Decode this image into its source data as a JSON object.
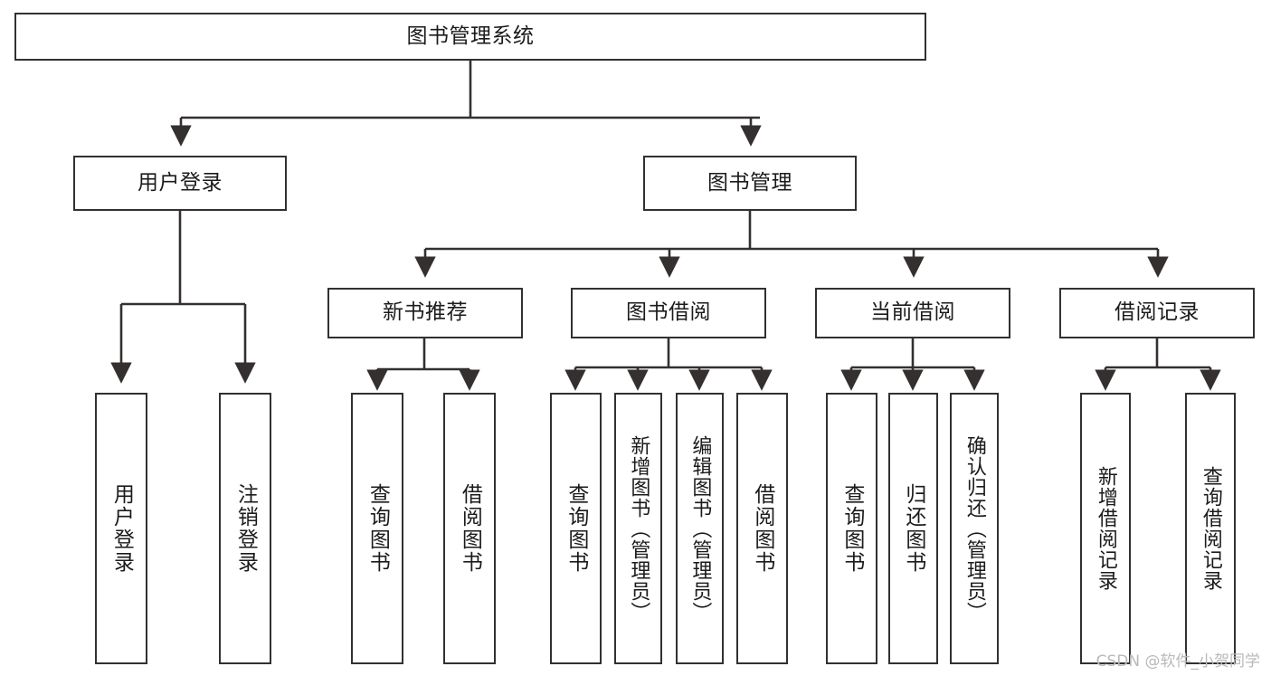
{
  "diagram": {
    "type": "tree",
    "title": "图书管理系统",
    "colors": {
      "node_border": "#33302f",
      "node_fill": "#ffffff",
      "edge": "#33302f",
      "text": "#1b1b1b",
      "watermark": "#b9b9b9",
      "background": "#ffffff"
    },
    "root": {
      "label": "图书管理系统"
    },
    "level2": [
      {
        "id": "user-login",
        "label": "用户登录"
      },
      {
        "id": "book-manage",
        "label": "图书管理"
      }
    ],
    "level3": [
      {
        "id": "new-book-recommend",
        "label": "新书推荐",
        "parent": "book-manage"
      },
      {
        "id": "book-borrow",
        "label": "图书借阅",
        "parent": "book-manage"
      },
      {
        "id": "current-borrow",
        "label": "当前借阅",
        "parent": "book-manage"
      },
      {
        "id": "borrow-record",
        "label": "借阅记录",
        "parent": "book-manage"
      }
    ],
    "leaves": {
      "user_login": [
        {
          "id": "leaf-user-login",
          "label": "用户登录"
        },
        {
          "id": "leaf-user-logout",
          "label": "注销登录"
        }
      ],
      "new_book_recommend": [
        {
          "id": "leaf-query-book-1",
          "label": "查询图书"
        },
        {
          "id": "leaf-borrow-book-1",
          "label": "借阅图书"
        }
      ],
      "book_borrow": [
        {
          "id": "leaf-query-book-2",
          "label": "查询图书"
        },
        {
          "id": "leaf-add-book",
          "label": "新增图书（管理员）"
        },
        {
          "id": "leaf-edit-book",
          "label": "编辑图书（管理员）"
        },
        {
          "id": "leaf-borrow-book-2",
          "label": "借阅图书"
        }
      ],
      "current_borrow": [
        {
          "id": "leaf-query-book-3",
          "label": "查询图书"
        },
        {
          "id": "leaf-return-book",
          "label": "归还图书"
        },
        {
          "id": "leaf-confirm-return",
          "label": "确认归还（管理员）"
        }
      ],
      "borrow_record": [
        {
          "id": "leaf-add-record",
          "label": "新增借阅记录"
        },
        {
          "id": "leaf-query-record",
          "label": "查询借阅记录"
        }
      ]
    }
  },
  "watermark": {
    "text": "CSDN @软件_小贺同学"
  }
}
